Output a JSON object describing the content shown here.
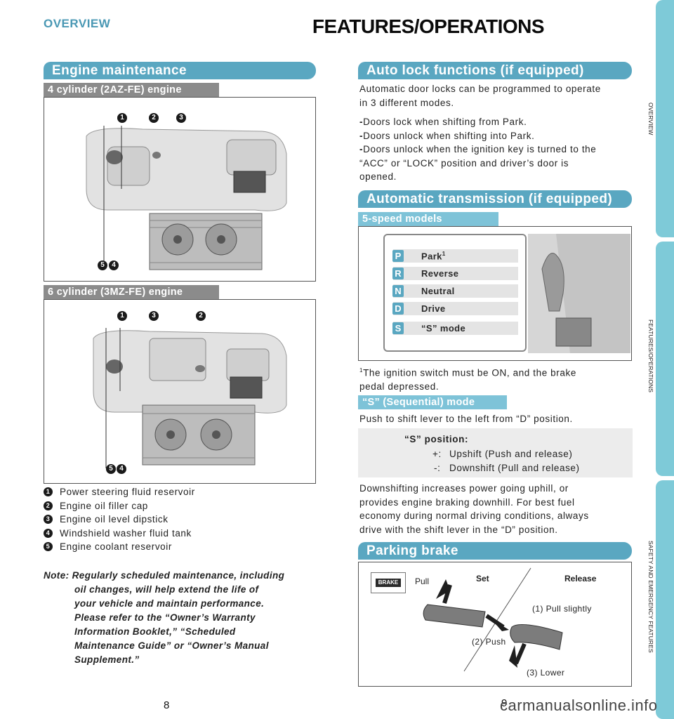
{
  "header": {
    "left_tag": "OVERVIEW",
    "title": "FEATURES/OPERATIONS"
  },
  "side_tabs": {
    "overview": "OVERVIEW",
    "features": "FEATURES/OPERATIONS",
    "safety": "SAFETY AND EMERGENCY FEATURES"
  },
  "engine": {
    "title": "Engine maintenance",
    "sub4": "4 cylinder (2AZ-FE) engine",
    "sub6": "6 cylinder (3MZ-FE) engine",
    "callouts4_top": [
      "1",
      "2",
      "3"
    ],
    "callouts4_bottom": [
      "5",
      "4"
    ],
    "callouts6_top": [
      "1",
      "3",
      "2"
    ],
    "callouts6_bottom": [
      "5",
      "4"
    ],
    "legend": [
      {
        "num": "1",
        "text": "Power steering fluid reservoir"
      },
      {
        "num": "2",
        "text": "Engine oil filler cap"
      },
      {
        "num": "3",
        "text": "Engine oil level dipstick"
      },
      {
        "num": "4",
        "text": "Windshield washer fluid tank"
      },
      {
        "num": "5",
        "text": "Engine coolant reservoir"
      }
    ],
    "note_lines": [
      "Note: Regularly scheduled maintenance, including",
      "oil changes, will help extend the life of",
      "your vehicle and maintain performance.",
      "Please refer to the “Owner’s Warranty",
      "Information Booklet,” “Scheduled",
      "Maintenance Guide” or “Owner’s Manual",
      "Supplement.”"
    ]
  },
  "autolock": {
    "title": "Auto lock functions (if equipped)",
    "intro_lines": [
      "Automatic door locks can be programmed to operate",
      "in 3 different modes."
    ],
    "bullet1": "Doors lock when shifting from Park.",
    "bullet2": "Doors unlock when shifting into Park.",
    "bullet3_lines": [
      "Doors unlock when the ignition key is turned to the",
      "“ACC” or “LOCK” position and driver’s door is",
      "opened."
    ],
    "dash": "-"
  },
  "transmission": {
    "title": "Automatic transmission (if equipped)",
    "sub": "5-speed models",
    "gears": [
      {
        "letter": "P",
        "label": "Park"
      },
      {
        "letter": "R",
        "label": "Reverse"
      },
      {
        "letter": "N",
        "label": "Neutral"
      },
      {
        "letter": "D",
        "label": "Drive"
      },
      {
        "letter": "S",
        "label": "“S” mode"
      }
    ],
    "park_sup": "1",
    "footnote_sup": "1",
    "footnote_lines": [
      "The ignition switch must be ON, and the brake",
      "pedal depressed."
    ],
    "s_sub": "“S” (Sequential) mode",
    "s_intro": "Push to shift lever to the left from “D” position.",
    "s_box_title": "“S” position:",
    "s_box_plus_key": "+:",
    "s_box_plus": "Upshift (Push and release)",
    "s_box_minus_key": "-:",
    "s_box_minus": "Downshift (Pull and release)",
    "para_lines": [
      "Downshifting increases power going uphill, or",
      "provides engine braking downhill. For best fuel",
      "economy during normal driving conditions, always",
      "drive with the shift lever in the “D” position."
    ]
  },
  "parking": {
    "title": "Parking brake",
    "brake_label": "BRAKE",
    "pull": "Pull",
    "set": "Set",
    "release": "Release",
    "step1": "(1) Pull slightly",
    "step2": "(2) Push",
    "step3": "(3) Lower"
  },
  "pages": {
    "left": "8",
    "right": "9"
  },
  "watermark": "carmanualsonline.info",
  "colors": {
    "section": "#5aa7c1",
    "tab": "#7ecad8",
    "subhead_gray": "#8b8b8b",
    "subhead_blue": "#7ec3d8"
  }
}
